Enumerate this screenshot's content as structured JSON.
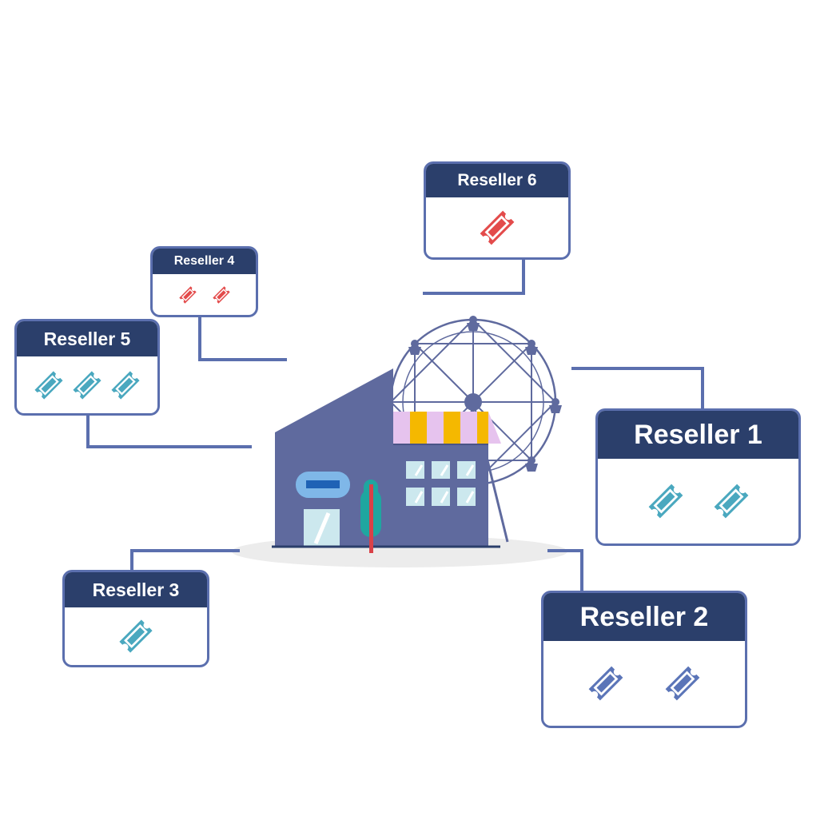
{
  "resellers": [
    {
      "id": "r1",
      "label": "Reseller 1",
      "tickets": 2,
      "ticket_color": "#4aa8bf"
    },
    {
      "id": "r2",
      "label": "Reseller 2",
      "tickets": 2,
      "ticket_color": "#5b75b8"
    },
    {
      "id": "r3",
      "label": "Reseller 3",
      "tickets": 1,
      "ticket_color": "#4aa8bf"
    },
    {
      "id": "r4",
      "label": "Reseller 4",
      "tickets": 2,
      "ticket_color": "#e34b4b"
    },
    {
      "id": "r5",
      "label": "Reseller 5",
      "tickets": 3,
      "ticket_color": "#4aa8bf"
    },
    {
      "id": "r6",
      "label": "Reseller 6",
      "tickets": 1,
      "ticket_color": "#e34b4b"
    }
  ],
  "colors": {
    "header": "#2b3f6b",
    "border": "#5b6fae",
    "connector": "#5b6fae",
    "building": "#5f6a9e",
    "awning_yellow": "#f5b800",
    "awning_pink": "#e6c3ee",
    "window": "#cce8ee",
    "ground": "#ececec"
  },
  "icons": {
    "ticket": "ticket-icon",
    "store": "store-building-icon",
    "ferris_wheel": "ferris-wheel-icon",
    "tree": "tree-icon"
  }
}
